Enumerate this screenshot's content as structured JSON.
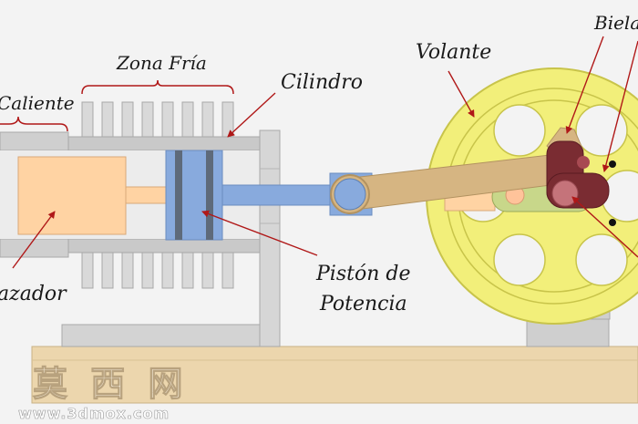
{
  "labels": {
    "zona_fria": "Zona Fría",
    "caliente": "Caliente",
    "cilindro": "Cilindro",
    "volante": "Volante",
    "biela": "Biela",
    "desplazador": "azador",
    "piston_line1": "Pistón de",
    "piston_line2": "Potencia"
  },
  "watermark": {
    "chars": "莫 西 网",
    "url": "www.3dmox.com"
  },
  "colors": {
    "background": "#f3f3f3",
    "cylinder_gray": "#c9c9c9",
    "fins_gray": "#d9d9d9",
    "displacer": "#ffd3a3",
    "piston": "#88aadd",
    "flywheel": "#f2ef7a",
    "connecting_rod": "#d6b582",
    "crank": "#7a2c32",
    "base_wood": "#ecd6ad",
    "arrow": "#b01818"
  }
}
